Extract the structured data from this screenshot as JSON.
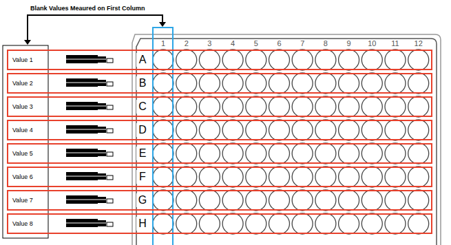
{
  "diagram": {
    "title": "Blank Values Meaured on First Column",
    "nodes": [
      {
        "text": [
          "Value 1",
          "A"
        ]
      },
      {
        "text": [
          "Value 2",
          "B"
        ]
      },
      {
        "text": [
          "Value 3",
          "C"
        ]
      },
      {
        "text": [
          "Value 4",
          "D"
        ]
      },
      {
        "text": [
          "Value 5",
          "E"
        ]
      },
      {
        "text": [
          "Value 6",
          "F"
        ]
      },
      {
        "text": [
          "Value 7",
          "G"
        ]
      },
      {
        "text": [
          "Value 8",
          "H"
        ]
      }
    ],
    "labels": [
      "1",
      "2",
      "3",
      "4",
      "5",
      "6",
      "7",
      "8",
      "9",
      "10",
      "11",
      "12"
    ]
  }
}
